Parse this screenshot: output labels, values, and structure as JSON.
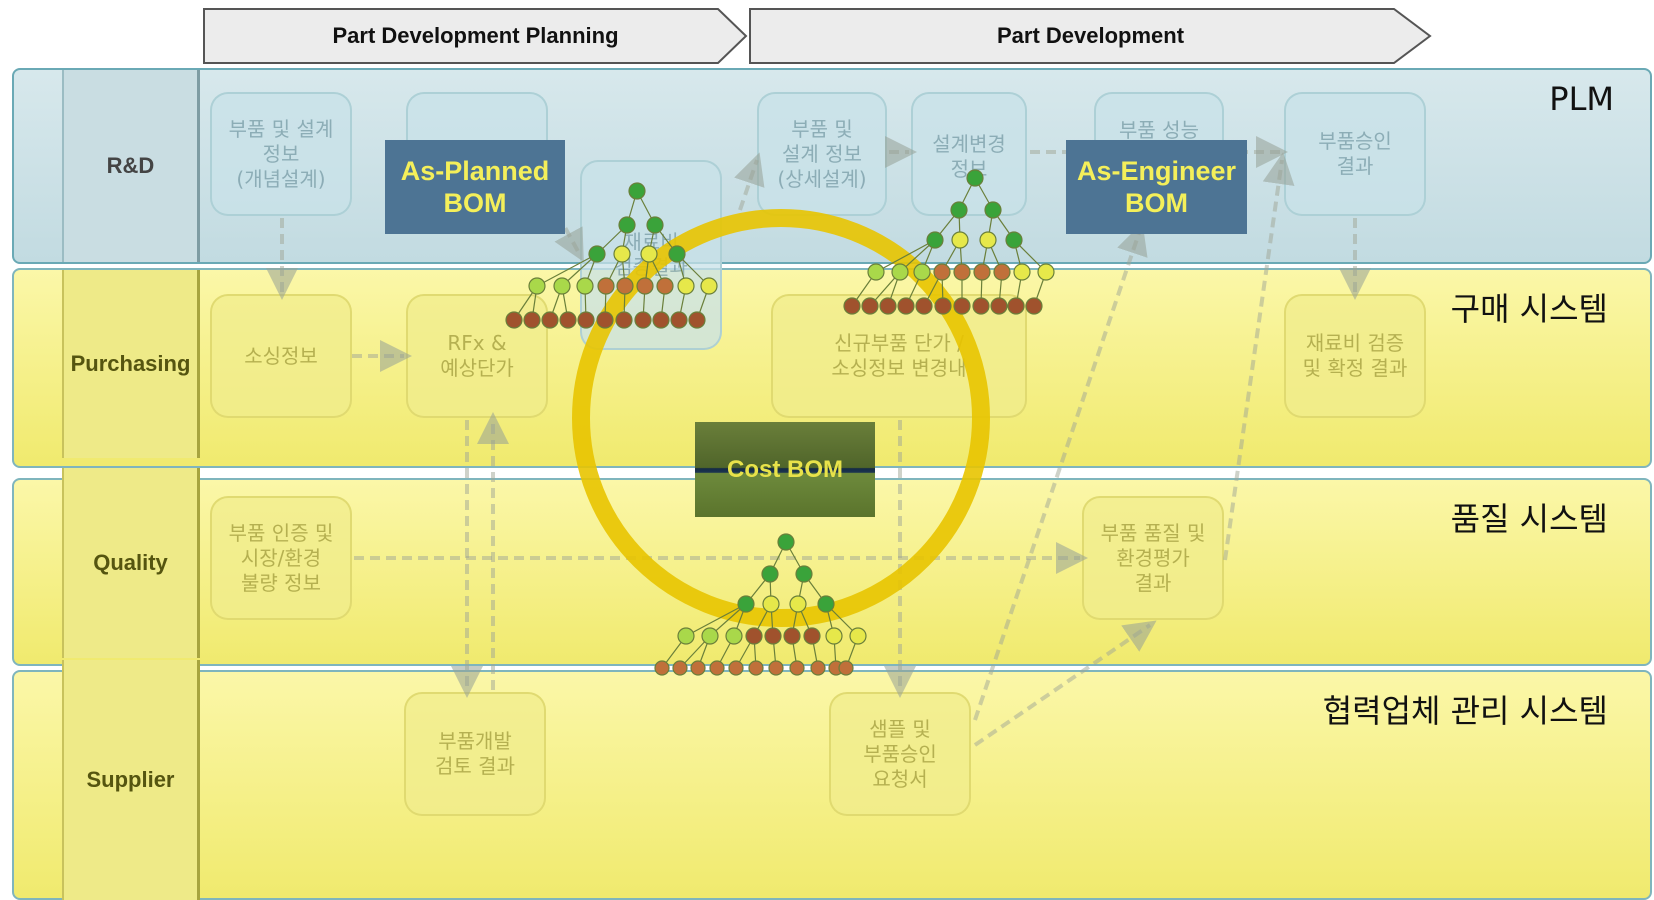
{
  "phases": {
    "planning": "Part Development Planning",
    "development": "Part Development"
  },
  "lanes": {
    "rd": "R&D",
    "purchasing": "Purchasing",
    "quality": "Quality",
    "supplier": "Supplier"
  },
  "systems": {
    "plm": "PLM",
    "purchasing": "구매 시스템",
    "quality": "품질 시스템",
    "supplier": "협력업체 관리 시스템"
  },
  "boms": {
    "as_planned": "As-Planned\nBOM",
    "as_engineer": "As-Engineer\nBOM",
    "cost": "Cost BOM"
  },
  "process_boxes": {
    "part_design_concept": "부품 및 설계\n정보\n(개념설계)",
    "part_design_detail": "부품 및\n설계 정보\n(상세설계)",
    "design_change": "설계변경\n정보",
    "part_performance": "부품 성능",
    "material_review": "재료비\n검증결과",
    "part_approval": "부품승인\n결과",
    "sourcing": "소싱정보",
    "rfx": "RFx &\n예상단가",
    "new_part_price": "신규부품 단가 /\n소싱정보 변경내",
    "material_confirm": "재료비 검증\n및 확정 결과",
    "quality_cert": "부품 인증 및\n시장/환경\n불량 정보",
    "quality_eval": "부품 품질 및\n환경평가\n결과",
    "part_dev_review": "부품개발\n검토 결과",
    "sample_request": "샘플 및\n부품승인\n요청서"
  },
  "colors": {
    "ring": "#e8c400",
    "bom_fill": "#4d7494",
    "bom_text": "#f4ef5a",
    "node_green": "#3aa33a",
    "node_light": "#a9d84a",
    "node_yellow": "#e6e84a",
    "node_brown": "#a0522d"
  }
}
